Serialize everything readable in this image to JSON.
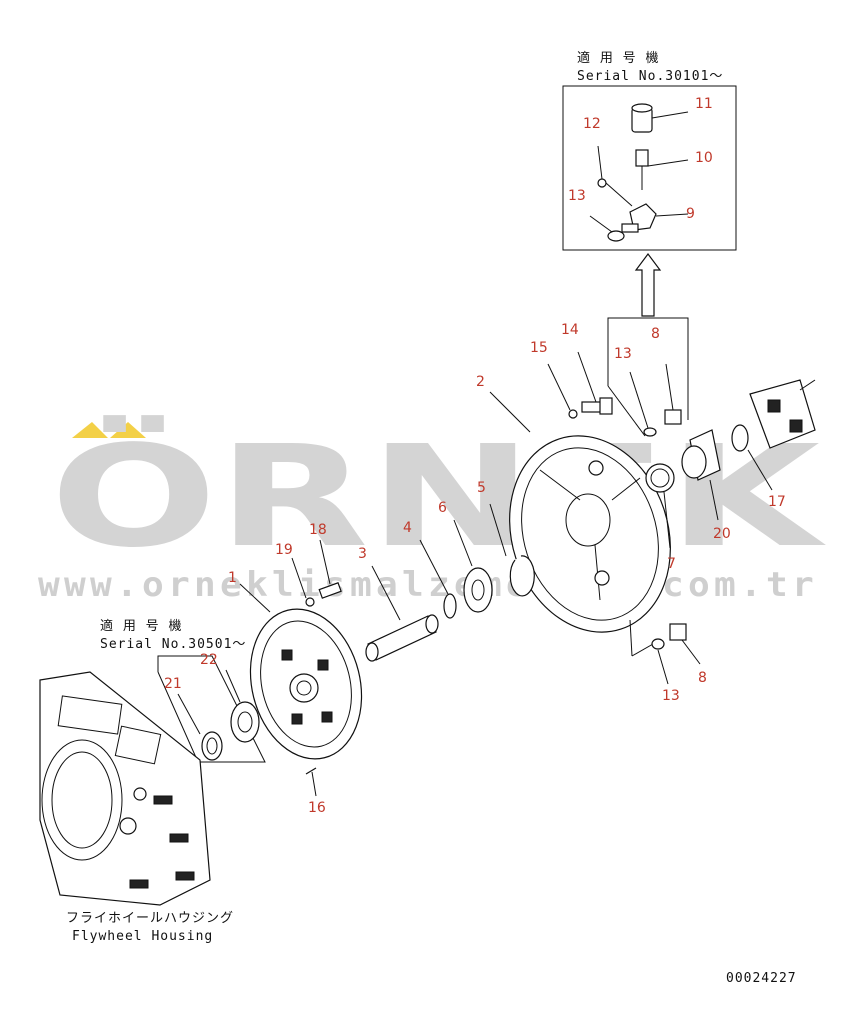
{
  "watermark": {
    "brand": "ÖRNEK",
    "url": "www.orneklismalzemeleri.com.tr"
  },
  "inset": {
    "title_jp": "適 用 号 機",
    "serial": "Serial No.30101〜"
  },
  "group_2": {
    "title_jp": "適 用 号 機",
    "serial": "Serial No.30501〜"
  },
  "housing": {
    "name_jp": "フライホイールハウジング",
    "name_en": "Flywheel Housing"
  },
  "drawing_number": "00024227",
  "callouts": {
    "c1": "1",
    "c2": "2",
    "c3": "3",
    "c4": "4",
    "c5": "5",
    "c6": "6",
    "c7": "7",
    "c8a": "8",
    "c8b": "8",
    "c9": "9",
    "c10": "10",
    "c11": "11",
    "c12": "12",
    "c13a": "13",
    "c13b": "13",
    "c13c": "13",
    "c14": "14",
    "c15": "15",
    "c16": "16",
    "c17": "17",
    "c18": "18",
    "c19": "19",
    "c20": "20",
    "c21": "21",
    "c22": "22"
  },
  "colors": {
    "callout": "#c0392b",
    "watermark": "#d4d4d4",
    "accent": "#f0c419"
  }
}
